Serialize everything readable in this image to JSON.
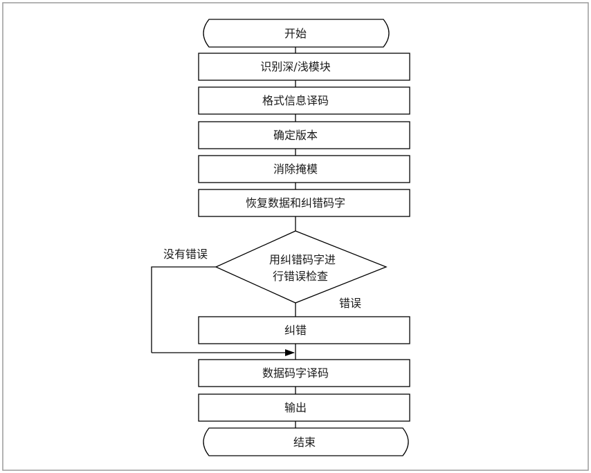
{
  "flowchart": {
    "start": "开始",
    "steps": {
      "identify": "识别深/浅模块",
      "format_decode": "格式信息译码",
      "version": "确定版本",
      "unmask": "消除掩模",
      "recover": "恢复数据和纠错码字"
    },
    "decision": {
      "line1": "用纠错码字进",
      "line2": "行错误检查"
    },
    "no_error_label": "没有错误",
    "error_label": "错误",
    "correct": "纠错",
    "data_decode": "数据码字译码",
    "output": "输出",
    "end": "结束"
  }
}
